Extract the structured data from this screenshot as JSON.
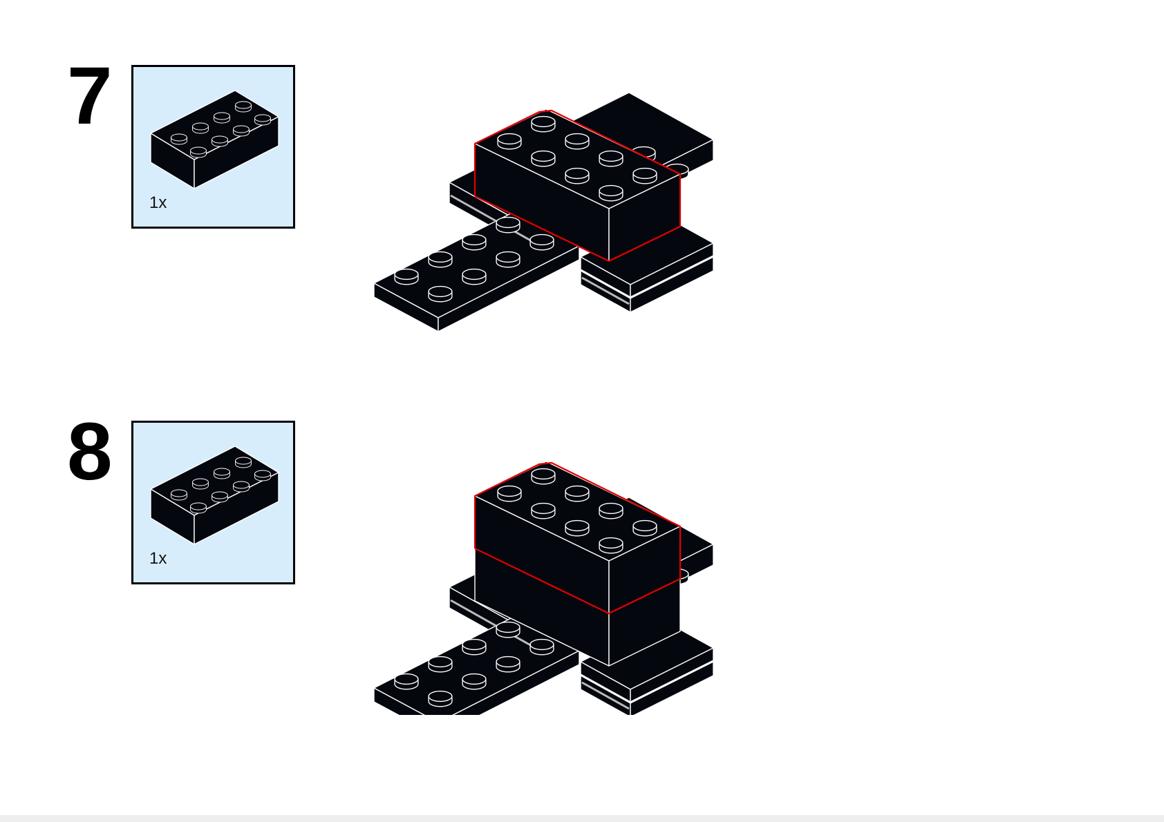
{
  "steps": [
    {
      "number": "7",
      "parts": [
        {
          "name": "brick-2x4",
          "color": "#05070e",
          "qty": "1x"
        }
      ]
    },
    {
      "number": "8",
      "parts": [
        {
          "name": "brick-2x4",
          "color": "#05070e",
          "qty": "1x"
        }
      ]
    }
  ],
  "colors": {
    "brick": "#05070e",
    "edge": "#ffffff",
    "highlight": "#e30000",
    "panel": "#d7edfb"
  },
  "icons": [
    "brick-2x4-icon"
  ]
}
